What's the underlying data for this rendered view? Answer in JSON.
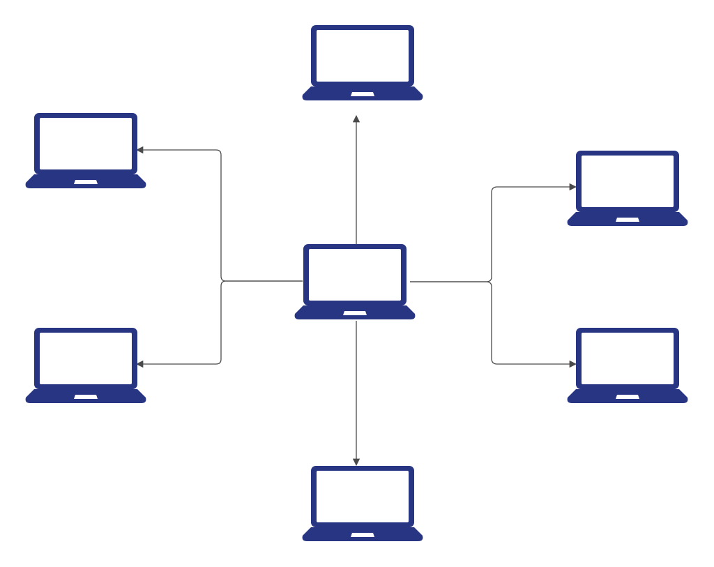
{
  "diagram": {
    "type": "star-network",
    "colors": {
      "laptop": "#283583",
      "screen": "#ffffff",
      "connector": "#4a4a4a"
    },
    "nodes": [
      {
        "id": "center-laptop",
        "icon": "laptop-icon",
        "role": "hub"
      },
      {
        "id": "top-laptop",
        "icon": "laptop-icon",
        "role": "peer"
      },
      {
        "id": "bottom-laptop",
        "icon": "laptop-icon",
        "role": "peer"
      },
      {
        "id": "upper-left-laptop",
        "icon": "laptop-icon",
        "role": "peer"
      },
      {
        "id": "lower-left-laptop",
        "icon": "laptop-icon",
        "role": "peer"
      },
      {
        "id": "upper-right-laptop",
        "icon": "laptop-icon",
        "role": "peer"
      },
      {
        "id": "lower-right-laptop",
        "icon": "laptop-icon",
        "role": "peer"
      }
    ],
    "edges": [
      {
        "id": "edge-to-top",
        "from": "center-laptop",
        "to": "top-laptop",
        "arrow": "end"
      },
      {
        "id": "edge-to-bottom",
        "from": "center-laptop",
        "to": "bottom-laptop",
        "arrow": "end"
      },
      {
        "id": "edge-to-upper-left",
        "from": "center-laptop",
        "to": "upper-left-laptop",
        "arrow": "end"
      },
      {
        "id": "edge-to-lower-left",
        "from": "center-laptop",
        "to": "lower-left-laptop",
        "arrow": "end"
      },
      {
        "id": "edge-to-upper-right",
        "from": "center-laptop",
        "to": "upper-right-laptop",
        "arrow": "end"
      },
      {
        "id": "edge-to-lower-right",
        "from": "center-laptop",
        "to": "lower-right-laptop",
        "arrow": "end"
      }
    ]
  }
}
